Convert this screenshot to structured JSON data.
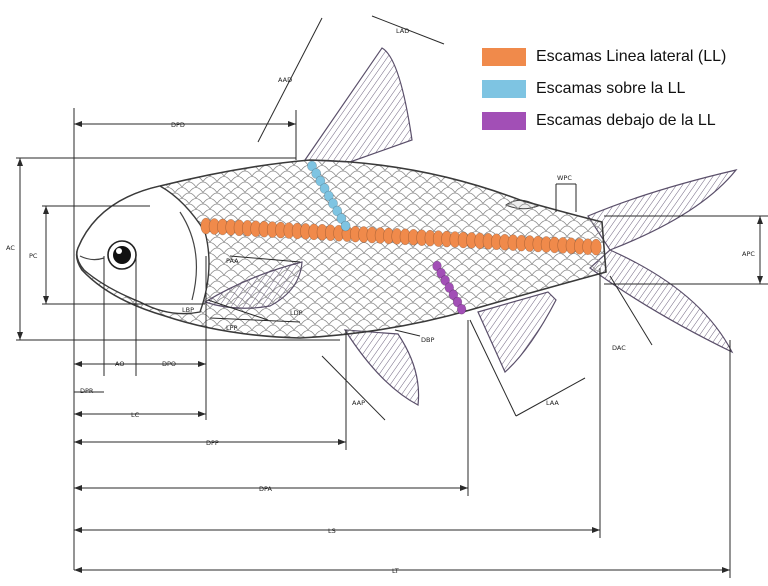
{
  "legend": [
    {
      "label": "Escamas Linea lateral (LL)",
      "color": "#f08a4b"
    },
    {
      "label": "Escamas sobre la LL",
      "color": "#7ec4e2"
    },
    {
      "label": "Escamas debajo de la LL",
      "color": "#a24fb6"
    }
  ],
  "measurements": {
    "lad": "LAD",
    "aad": "AAD",
    "dpd": "DPD",
    "wpc": "WPC",
    "ac": "AC",
    "pc": "PC",
    "apc": "APC",
    "paa": "PAA",
    "lbp": "LBP",
    "lpp": "LPP",
    "ldp": "LDP",
    "dbp": "DBP",
    "dac": "DAC",
    "ao": "AO",
    "dpo": "DPO",
    "dpr": "DPR",
    "aap": "AAP",
    "laa": "LAA",
    "lc": "LC",
    "dpp": "DPP",
    "dpa": "DPA",
    "ls": "LS",
    "lt": "LT"
  },
  "colors": {
    "line": "#2a2a2a",
    "fin": "#6f6480",
    "body_outline": "#3a3a3a",
    "scale": "#8a8a8a"
  }
}
